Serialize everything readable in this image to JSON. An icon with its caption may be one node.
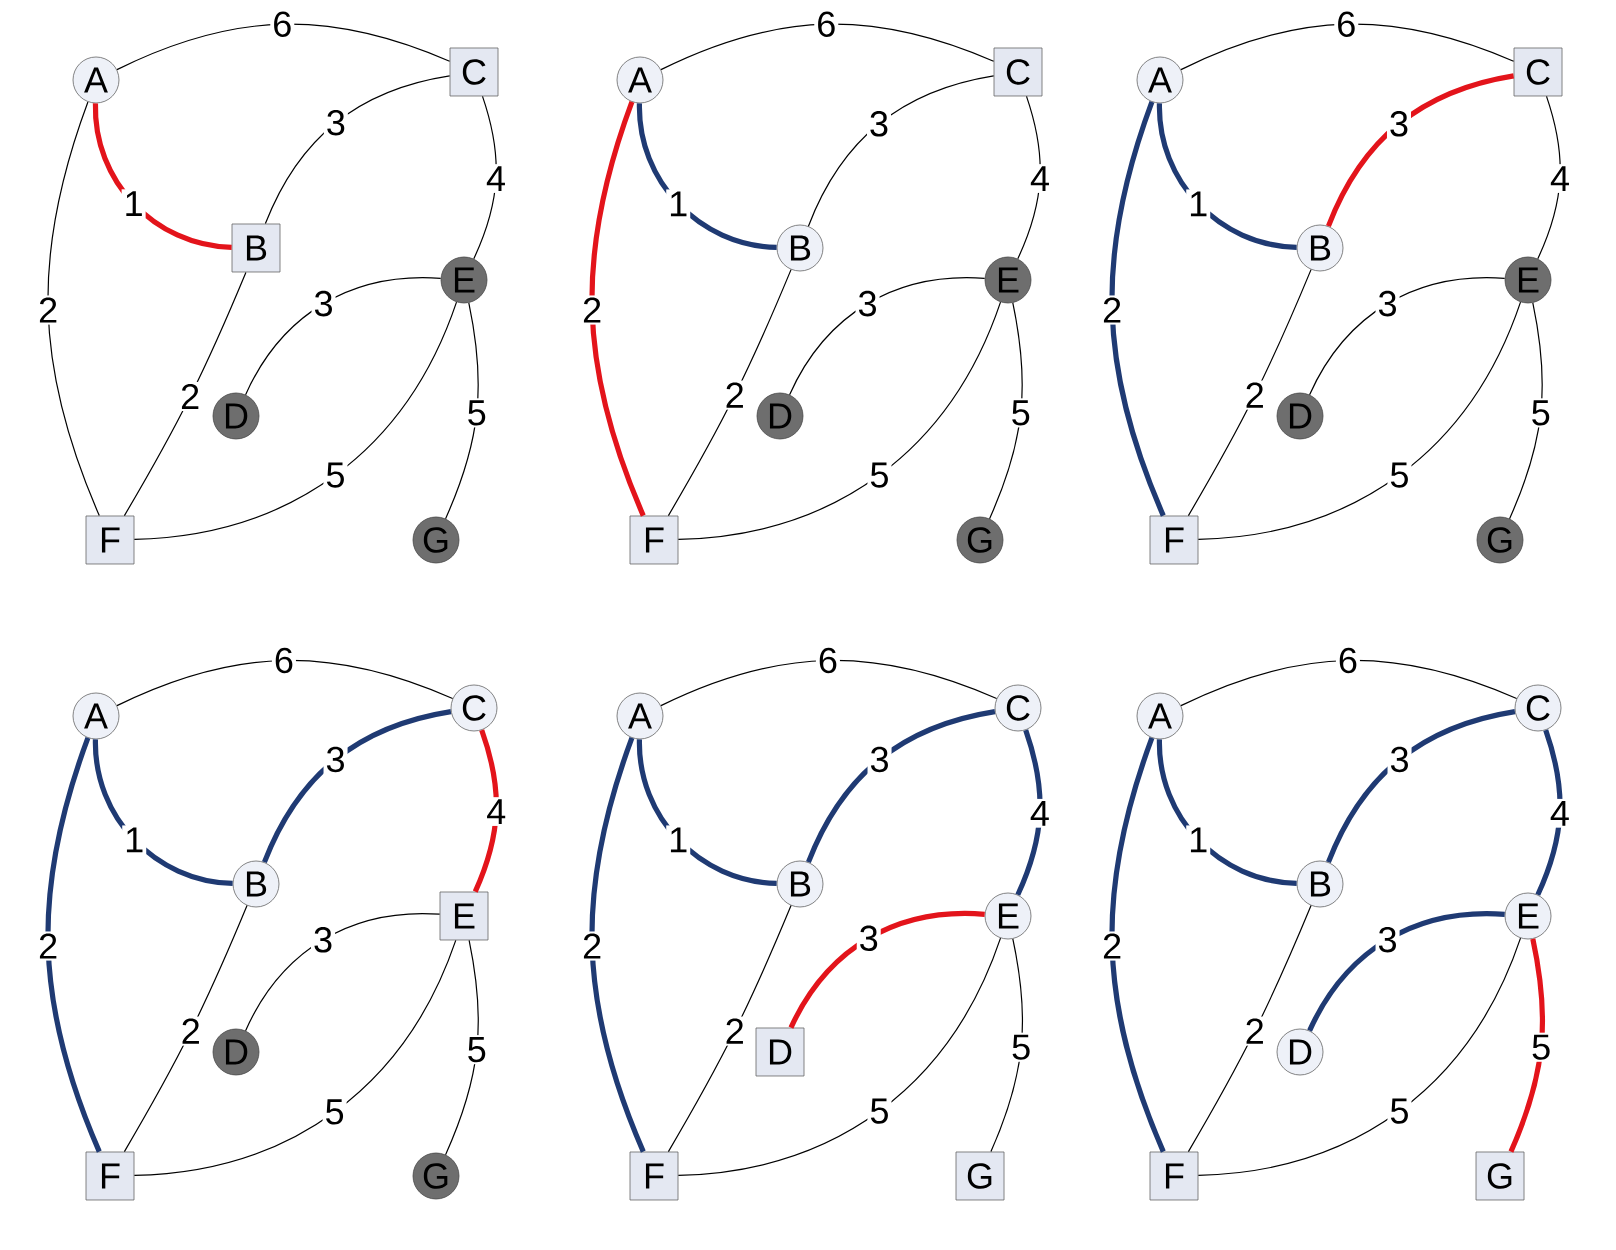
{
  "diagram": {
    "nodes": [
      {
        "text": [
          "A"
        ]
      },
      {
        "text": [
          "B"
        ]
      },
      {
        "text": [
          "C"
        ]
      },
      {
        "text": [
          "D"
        ]
      },
      {
        "text": [
          "E"
        ]
      },
      {
        "text": [
          "F"
        ]
      },
      {
        "text": [
          "G"
        ]
      },
      {
        "text": [
          "A"
        ]
      },
      {
        "text": [
          "B"
        ]
      },
      {
        "text": [
          "C"
        ]
      },
      {
        "text": [
          "D"
        ]
      },
      {
        "text": [
          "E"
        ]
      },
      {
        "text": [
          "F"
        ]
      },
      {
        "text": [
          "G"
        ]
      },
      {
        "text": [
          "A"
        ]
      },
      {
        "text": [
          "B"
        ]
      },
      {
        "text": [
          "C"
        ]
      },
      {
        "text": [
          "D"
        ]
      },
      {
        "text": [
          "E"
        ]
      },
      {
        "text": [
          "F"
        ]
      },
      {
        "text": [
          "G"
        ]
      },
      {
        "text": [
          "A"
        ]
      },
      {
        "text": [
          "B"
        ]
      },
      {
        "text": [
          "C"
        ]
      },
      {
        "text": [
          "D"
        ]
      },
      {
        "text": [
          "E"
        ]
      },
      {
        "text": [
          "F"
        ]
      },
      {
        "text": [
          "G"
        ]
      },
      {
        "text": [
          "A"
        ]
      },
      {
        "text": [
          "B"
        ]
      },
      {
        "text": [
          "C"
        ]
      },
      {
        "text": [
          "D"
        ]
      },
      {
        "text": [
          "E"
        ]
      },
      {
        "text": [
          "F"
        ]
      },
      {
        "text": [
          "G"
        ]
      },
      {
        "text": [
          "A"
        ]
      },
      {
        "text": [
          "B"
        ]
      },
      {
        "text": [
          "C"
        ]
      },
      {
        "text": [
          "D"
        ]
      },
      {
        "text": [
          "E"
        ]
      },
      {
        "text": [
          "F"
        ]
      },
      {
        "text": [
          "G"
        ]
      }
    ],
    "edges": [
      {
        "from": 0,
        "to": 2,
        "label": "6",
        "arrow": "none"
      },
      {
        "from": 0,
        "to": 1,
        "label": "1",
        "arrow": "none",
        "style": "thick",
        "color": "#e3141b"
      },
      {
        "from": 0,
        "to": 5,
        "label": "2",
        "arrow": "none"
      },
      {
        "from": 1,
        "to": 2,
        "label": "3",
        "arrow": "none"
      },
      {
        "from": 1,
        "to": 5,
        "label": "2",
        "arrow": "none"
      },
      {
        "from": 2,
        "to": 4,
        "label": "4",
        "arrow": "none"
      },
      {
        "from": 3,
        "to": 4,
        "label": "3",
        "arrow": "none"
      },
      {
        "from": 4,
        "to": 5,
        "label": "5",
        "arrow": "none"
      },
      {
        "from": 4,
        "to": 6,
        "label": "5",
        "arrow": "none"
      },
      {
        "from": 7,
        "to": 9,
        "label": "6",
        "arrow": "none"
      },
      {
        "from": 7,
        "to": 8,
        "label": "1",
        "arrow": "none",
        "style": "thick",
        "color": "#1f3a73"
      },
      {
        "from": 7,
        "to": 12,
        "label": "2",
        "arrow": "none",
        "style": "thick",
        "color": "#e3141b"
      },
      {
        "from": 8,
        "to": 9,
        "label": "3",
        "arrow": "none"
      },
      {
        "from": 8,
        "to": 12,
        "label": "2",
        "arrow": "none"
      },
      {
        "from": 9,
        "to": 11,
        "label": "4",
        "arrow": "none"
      },
      {
        "from": 10,
        "to": 11,
        "label": "3",
        "arrow": "none"
      },
      {
        "from": 11,
        "to": 12,
        "label": "5",
        "arrow": "none"
      },
      {
        "from": 11,
        "to": 13,
        "label": "5",
        "arrow": "none"
      },
      {
        "from": 14,
        "to": 16,
        "label": "6",
        "arrow": "none"
      },
      {
        "from": 14,
        "to": 15,
        "label": "1",
        "arrow": "none",
        "style": "thick",
        "color": "#1f3a73"
      },
      {
        "from": 14,
        "to": 19,
        "label": "2",
        "arrow": "none",
        "style": "thick",
        "color": "#1f3a73"
      },
      {
        "from": 15,
        "to": 16,
        "label": "3",
        "arrow": "none",
        "style": "thick",
        "color": "#e3141b"
      },
      {
        "from": 15,
        "to": 19,
        "label": "2",
        "arrow": "none"
      },
      {
        "from": 16,
        "to": 18,
        "label": "4",
        "arrow": "none"
      },
      {
        "from": 17,
        "to": 18,
        "label": "3",
        "arrow": "none"
      },
      {
        "from": 18,
        "to": 19,
        "label": "5",
        "arrow": "none"
      },
      {
        "from": 18,
        "to": 20,
        "label": "5",
        "arrow": "none"
      },
      {
        "from": 21,
        "to": 23,
        "label": "6",
        "arrow": "none"
      },
      {
        "from": 21,
        "to": 22,
        "label": "1",
        "arrow": "none",
        "style": "thick",
        "color": "#1f3a73"
      },
      {
        "from": 21,
        "to": 26,
        "label": "2",
        "arrow": "none",
        "style": "thick",
        "color": "#1f3a73"
      },
      {
        "from": 22,
        "to": 23,
        "label": "3",
        "arrow": "none",
        "style": "thick",
        "color": "#1f3a73"
      },
      {
        "from": 22,
        "to": 26,
        "label": "2",
        "arrow": "none"
      },
      {
        "from": 23,
        "to": 25,
        "label": "4",
        "arrow": "none",
        "style": "thick",
        "color": "#e3141b"
      },
      {
        "from": 24,
        "to": 25,
        "label": "3",
        "arrow": "none"
      },
      {
        "from": 25,
        "to": 26,
        "label": "5",
        "arrow": "none"
      },
      {
        "from": 25,
        "to": 27,
        "label": "5",
        "arrow": "none"
      },
      {
        "from": 28,
        "to": 30,
        "label": "6",
        "arrow": "none"
      },
      {
        "from": 28,
        "to": 29,
        "label": "1",
        "arrow": "none",
        "style": "thick",
        "color": "#1f3a73"
      },
      {
        "from": 28,
        "to": 33,
        "label": "2",
        "arrow": "none",
        "style": "thick",
        "color": "#1f3a73"
      },
      {
        "from": 29,
        "to": 30,
        "label": "3",
        "arrow": "none",
        "style": "thick",
        "color": "#1f3a73"
      },
      {
        "from": 29,
        "to": 33,
        "label": "2",
        "arrow": "none"
      },
      {
        "from": 30,
        "to": 32,
        "label": "4",
        "arrow": "none",
        "style": "thick",
        "color": "#1f3a73"
      },
      {
        "from": 31,
        "to": 32,
        "label": "3",
        "arrow": "none",
        "style": "thick",
        "color": "#e3141b"
      },
      {
        "from": 32,
        "to": 33,
        "label": "5",
        "arrow": "none"
      },
      {
        "from": 32,
        "to": 34,
        "label": "5",
        "arrow": "none"
      },
      {
        "from": 35,
        "to": 37,
        "label": "6",
        "arrow": "none"
      },
      {
        "from": 35,
        "to": 36,
        "label": "1",
        "arrow": "none",
        "style": "thick",
        "color": "#1f3a73"
      },
      {
        "from": 35,
        "to": 40,
        "label": "2",
        "arrow": "none",
        "style": "thick",
        "color": "#1f3a73"
      },
      {
        "from": 36,
        "to": 37,
        "label": "3",
        "arrow": "none",
        "style": "thick",
        "color": "#1f3a73"
      },
      {
        "from": 36,
        "to": 40,
        "label": "2",
        "arrow": "none"
      },
      {
        "from": 37,
        "to": 39,
        "label": "4",
        "arrow": "none",
        "style": "thick",
        "color": "#1f3a73"
      },
      {
        "from": 38,
        "to": 39,
        "label": "3",
        "arrow": "none",
        "style": "thick",
        "color": "#1f3a73"
      },
      {
        "from": 39,
        "to": 40,
        "label": "5",
        "arrow": "none"
      },
      {
        "from": 39,
        "to": 41,
        "label": "5",
        "arrow": "none",
        "style": "thick",
        "color": "#e3141b"
      }
    ]
  }
}
